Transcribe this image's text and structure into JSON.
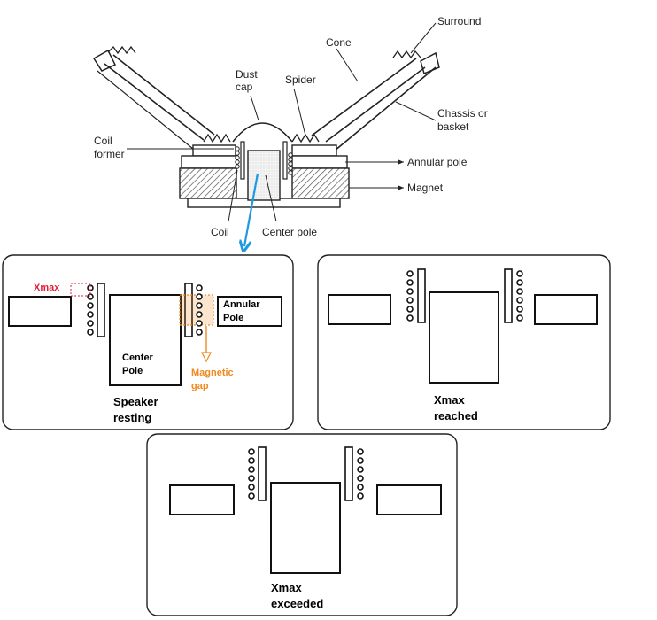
{
  "speaker_cross_section": {
    "labels": {
      "surround": "Surround",
      "cone": "Cone",
      "dust_cap_line1": "Dust",
      "dust_cap_line2": "cap",
      "spider": "Spider",
      "chassis_line1": "Chassis or",
      "chassis_line2": "basket",
      "coil_former_line1": "Coil",
      "coil_former_line2": "former",
      "annular_pole": "Annular pole",
      "magnet": "Magnet",
      "coil": "Coil",
      "center_pole": "Center pole"
    }
  },
  "panels": {
    "resting": {
      "xmax_label": "Xmax",
      "annular_line1": "Annular",
      "annular_line2": "Pole",
      "center_line1": "Center",
      "center_line2": "Pole",
      "gap_line1": "Magnetic",
      "gap_line2": "gap",
      "caption_line1": "Speaker",
      "caption_line2": "resting"
    },
    "reached": {
      "caption_line1": "Xmax",
      "caption_line2": "reached"
    },
    "exceeded": {
      "caption_line1": "Xmax",
      "caption_line2": "exceeded"
    }
  },
  "colors": {
    "pointer_arrow": "#1e9be0",
    "xmax_highlight": "#e0203a",
    "magnetic_gap": "#f08a24"
  }
}
